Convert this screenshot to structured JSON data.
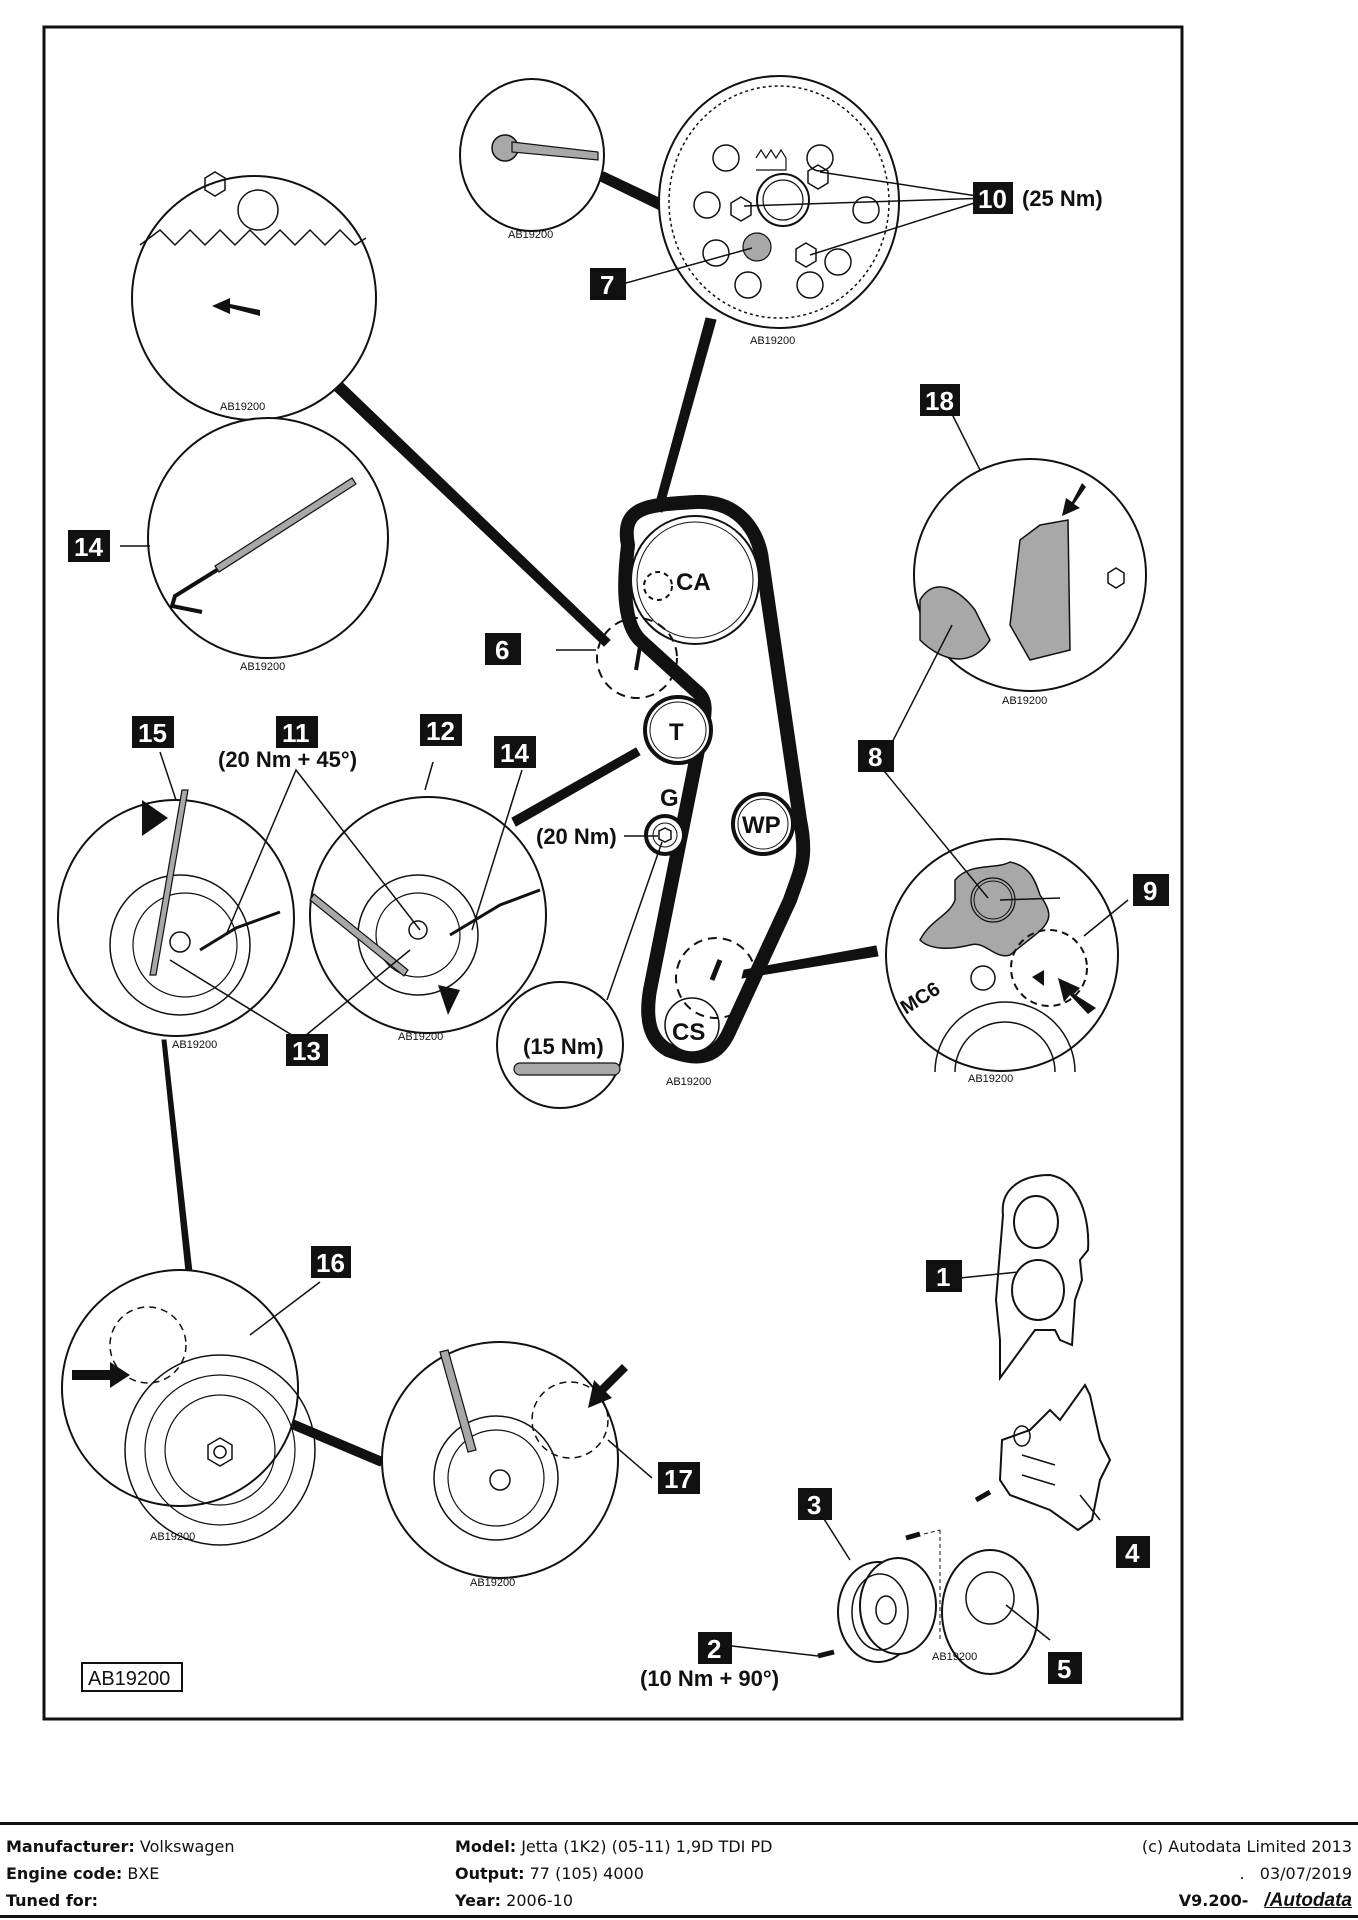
{
  "diagram": {
    "reference_code": "AB19200",
    "inset_caption": "AB19200",
    "callouts": [
      {
        "id": "1",
        "label": "1"
      },
      {
        "id": "2",
        "label": "2",
        "torque": "(10 Nm + 90°)"
      },
      {
        "id": "3",
        "label": "3"
      },
      {
        "id": "4",
        "label": "4"
      },
      {
        "id": "5",
        "label": "5"
      },
      {
        "id": "6",
        "label": "6"
      },
      {
        "id": "7",
        "label": "7"
      },
      {
        "id": "8",
        "label": "8"
      },
      {
        "id": "9",
        "label": "9"
      },
      {
        "id": "10",
        "label": "10",
        "torque": "(25 Nm)"
      },
      {
        "id": "11",
        "label": "11",
        "torque": "(20 Nm + 45°)"
      },
      {
        "id": "12",
        "label": "12"
      },
      {
        "id": "13",
        "label": "13"
      },
      {
        "id": "14a",
        "label": "14"
      },
      {
        "id": "14b",
        "label": "14"
      },
      {
        "id": "15",
        "label": "15"
      },
      {
        "id": "16",
        "label": "16"
      },
      {
        "id": "17",
        "label": "17"
      },
      {
        "id": "18",
        "label": "18"
      }
    ],
    "pulleys": {
      "camshaft": "CA",
      "tensioner": "T",
      "guide": "G",
      "water_pump": "WP",
      "crankshaft": "CS"
    },
    "guide_torque": "(20 Nm)",
    "stud_torque": "(15 Nm)",
    "mc_mark": "MC6",
    "colors": {
      "ink": "#111111",
      "tool_gray": "#a8a8a8",
      "paper": "#ffffff"
    }
  },
  "footer": {
    "manufacturer_label": "Manufacturer:",
    "manufacturer": "Volkswagen",
    "engine_code_label": "Engine code:",
    "engine_code": "BXE",
    "tuned_for_label": "Tuned for:",
    "tuned_for": "",
    "model_label": "Model:",
    "model": "Jetta (1K2) (05-11) 1,9D TDI PD",
    "output_label": "Output:",
    "output": "77 (105) 4000",
    "year_label": "Year:",
    "year": "2006-10",
    "copyright": "(c) Autodata Limited 2013",
    "date": ".   03/07/2019",
    "version": "V9.200-",
    "brand": "/Autodata"
  }
}
